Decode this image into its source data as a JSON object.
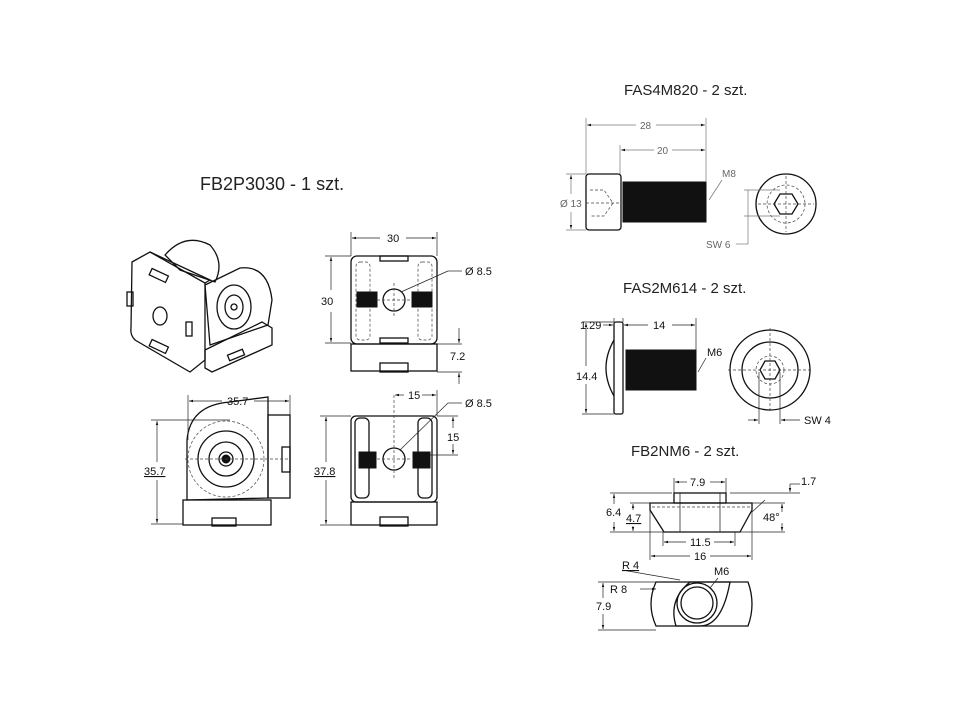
{
  "titles": {
    "fb2p3030": "FB2P3030 - 1 szt.",
    "fas4m820": "FAS4M820 - 2 szt.",
    "fas2m614": "FAS2M614 - 2 szt.",
    "fb2nm6": "FB2NM6 - 2 szt."
  },
  "fb2p3030": {
    "front_width": "30",
    "front_height": "30",
    "front_hole": "Ø 8.5",
    "front_base": "7.2",
    "side_width": "35.7",
    "side_height": "35.7",
    "bottom_offset": "15",
    "bottom_hole": "Ø 8.5",
    "bottom_vertical": "15",
    "bottom_height": "37.8"
  },
  "fas4m820": {
    "length_total": "28",
    "length_thread": "20",
    "head_dia": "Ø 13",
    "thread": "M8",
    "wrench": "SW 6"
  },
  "fas2m614": {
    "flange": "1.29",
    "length": "14",
    "head_dia": "14.4",
    "thread": "M6",
    "wrench": "SW 4"
  },
  "fb2nm6": {
    "top_width": "7.9",
    "top_step": "1.7",
    "height_total": "6.4",
    "height_body": "4.7",
    "angle": "48°",
    "bottom_inner": "11.5",
    "width": "16",
    "radius_small": "R 4",
    "radius_large": "R 8",
    "thread": "M6",
    "depth": "7.9"
  }
}
